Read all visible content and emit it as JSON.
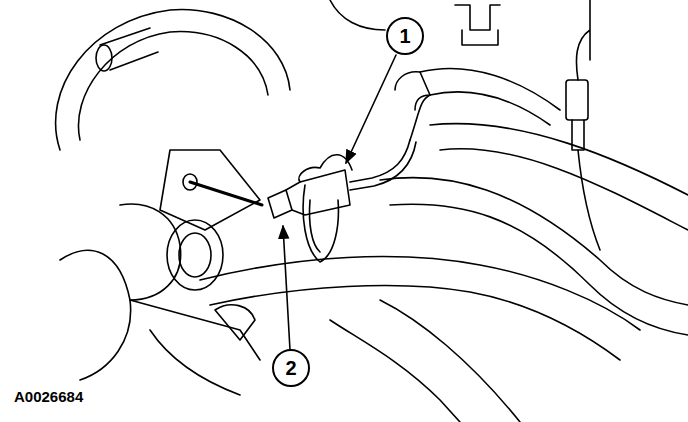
{
  "diagram": {
    "nodes": [
      {
        "text": [
          "1"
        ]
      },
      {
        "text": [
          "2"
        ]
      }
    ],
    "labels": [
      "A0026684"
    ]
  }
}
